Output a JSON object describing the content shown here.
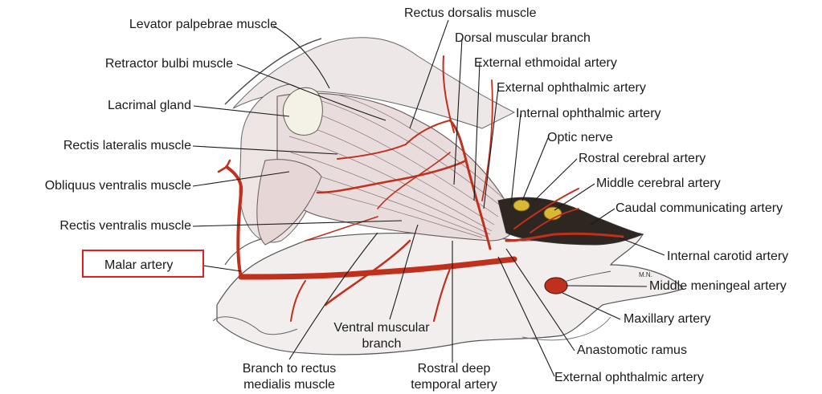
{
  "labels": {
    "levator_palpebrae": "Levator palpebrae muscle",
    "retractor_bulbi": "Retractor bulbi muscle",
    "lacrimal_gland": "Lacrimal gland",
    "rectis_lateralis": "Rectis lateralis muscle",
    "obliquus_ventralis": "Obliquus ventralis muscle",
    "rectis_ventralis": "Rectis ventralis muscle",
    "malar_artery": "Malar artery",
    "branch_rectus_medialis_1": "Branch to rectus",
    "branch_rectus_medialis_2": "medialis muscle",
    "ventral_muscular_1": "Ventral muscular",
    "ventral_muscular_2": "branch",
    "rostral_deep_1": "Rostral deep",
    "rostral_deep_2": "temporal artery",
    "rectus_dorsalis": "Rectus dorsalis muscle",
    "dorsal_muscular": "Dorsal muscular branch",
    "external_ethmoidal": "External ethmoidal artery",
    "external_ophthalmic_top": "External ophthalmic artery",
    "internal_ophthalmic": "Internal ophthalmic artery",
    "optic_nerve": "Optic nerve",
    "rostral_cerebral": "Rostral cerebral artery",
    "middle_cerebral": "Middle cerebral artery",
    "caudal_communicating": "Caudal communicating artery",
    "internal_carotid": "Internal carotid artery",
    "middle_meningeal": "Middle meningeal artery",
    "maxillary": "Maxillary artery",
    "anastomotic": "Anastomotic ramus",
    "external_ophthalmic_bottom": "External ophthalmic artery",
    "signature": "M.N."
  },
  "highlight_color": "#e02020",
  "artery_color": "#c0301c"
}
